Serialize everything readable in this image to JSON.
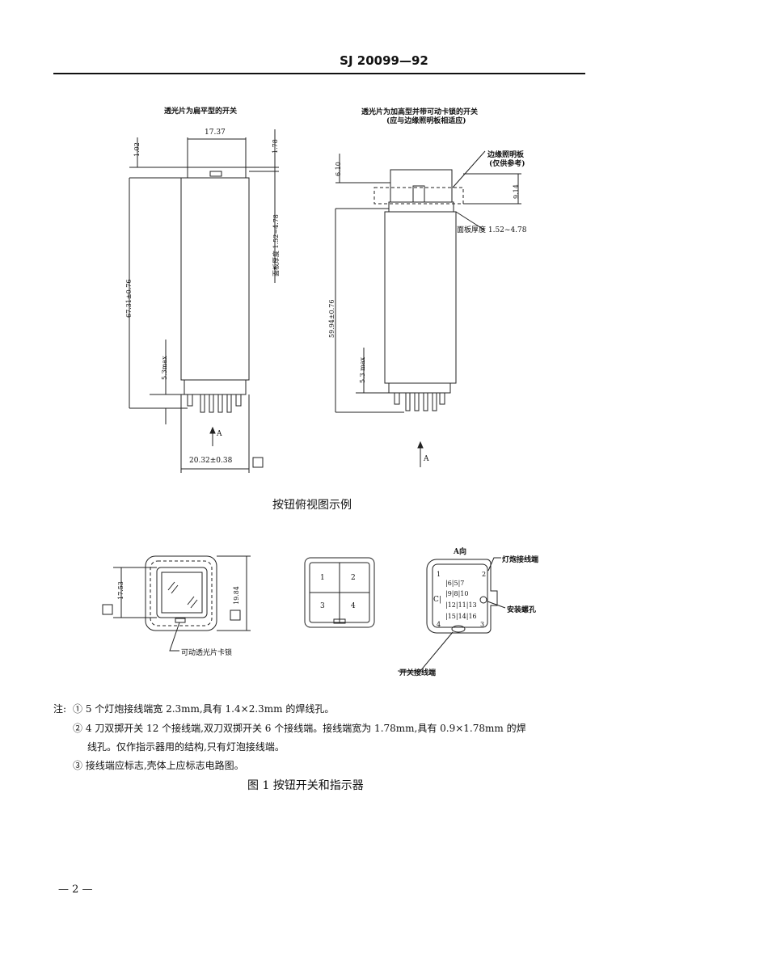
{
  "header": {
    "standard_no": "SJ 20099—92"
  },
  "left_drawing": {
    "title": "透光片为扁平型的开关",
    "dim_width_top": "17.37",
    "dim_top_small": "1.02",
    "dim_top_right": "1.78",
    "dim_panel_thickness": "面板厚度 1.52~4.78",
    "dim_height": "67.31±0.76",
    "dim_terminal": "5.3max",
    "dim_base_width": "20.32±0.38",
    "arrow_label": "A"
  },
  "right_drawing": {
    "title": "透光片为加高型并带可动卡锁的开关",
    "subtitle": "(应与边缘照明板相适应)",
    "callout_edge": "边缘照明板",
    "callout_edge_sub": "(仅供参考)",
    "dim_top": "6.10",
    "dim_edge": "9.14",
    "dim_panel_thickness": "面板厚度 1.52~4.78",
    "dim_height": "59.94±0.76",
    "dim_terminal": "5.3 max",
    "arrow_label": "A"
  },
  "section_title": "按钮俯视图示例",
  "top_views": {
    "dim_inner": "17.53",
    "dim_outer": "19.84",
    "callout_latch": "可动透光片卡锁",
    "quadrants": [
      "1",
      "2",
      "3",
      "4"
    ],
    "a_view_label": "A向",
    "callout_lamp": "灯炮接线端",
    "callout_mount": "安装螺孔",
    "callout_switch": "开关接线端",
    "terminal_rows": [
      "|6|5|7",
      "|9|8|10",
      "|12|11|13",
      "|15|14|16"
    ],
    "corner_labels": [
      "1",
      "2",
      "3",
      "4"
    ],
    "c_label": "C|"
  },
  "notes": {
    "prefix": "注:",
    "items": [
      "① 5 个灯炮接线端宽 2.3mm,具有 1.4×2.3mm 的焊线孔。",
      "② 4 刀双掷开关 12 个接线端,双刀双掷开关 6 个接线端。接线端宽为 1.78mm,具有 0.9×1.78mm 的焊",
      "线孔。仅作指示器用的结构,只有灯泡接线端。",
      "③ 接线端应标志,壳体上应标志电路图。"
    ]
  },
  "figure_caption": "图 1   按钮开关和指示器",
  "page_number": "— 2 —"
}
